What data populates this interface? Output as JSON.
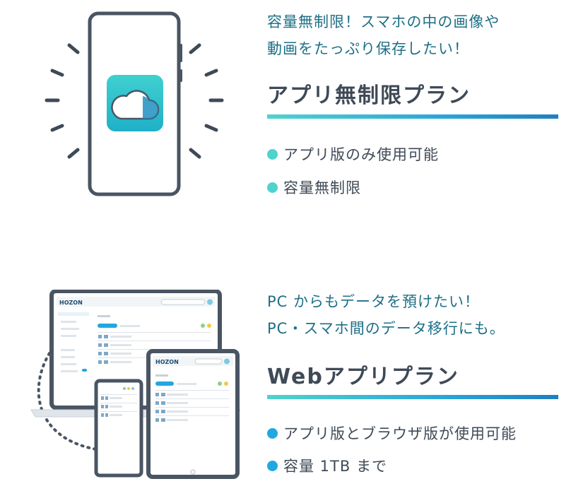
{
  "app_plan": {
    "tagline": [
      "容量無制限！スマホの中の画像や",
      "動画をたっぷり保存したい！"
    ],
    "title": "アプリ無制限プラン",
    "features": [
      "アプリ版のみ使用可能",
      "容量無制限"
    ],
    "bullet_color": "#4fd3cd"
  },
  "web_plan": {
    "tagline": [
      "PC からもデータを預けたい！",
      "PC・スマホ間のデータ移行にも。"
    ],
    "title": "Webアプリプラン",
    "features": [
      "アプリ版とブラウザ版が使用可能",
      "容量 1TB まで"
    ],
    "bullet_color": "#21a8e0"
  },
  "illustration": {
    "laptop_logo": "HOZON",
    "tablet_logo": "HOZON"
  },
  "colors": {
    "heading": "#3f4a57",
    "tagline": "#1e6f86",
    "gradient_start": "#4fd3cd",
    "gradient_end": "#1f7fc0",
    "device_outline": "#4a5563"
  }
}
